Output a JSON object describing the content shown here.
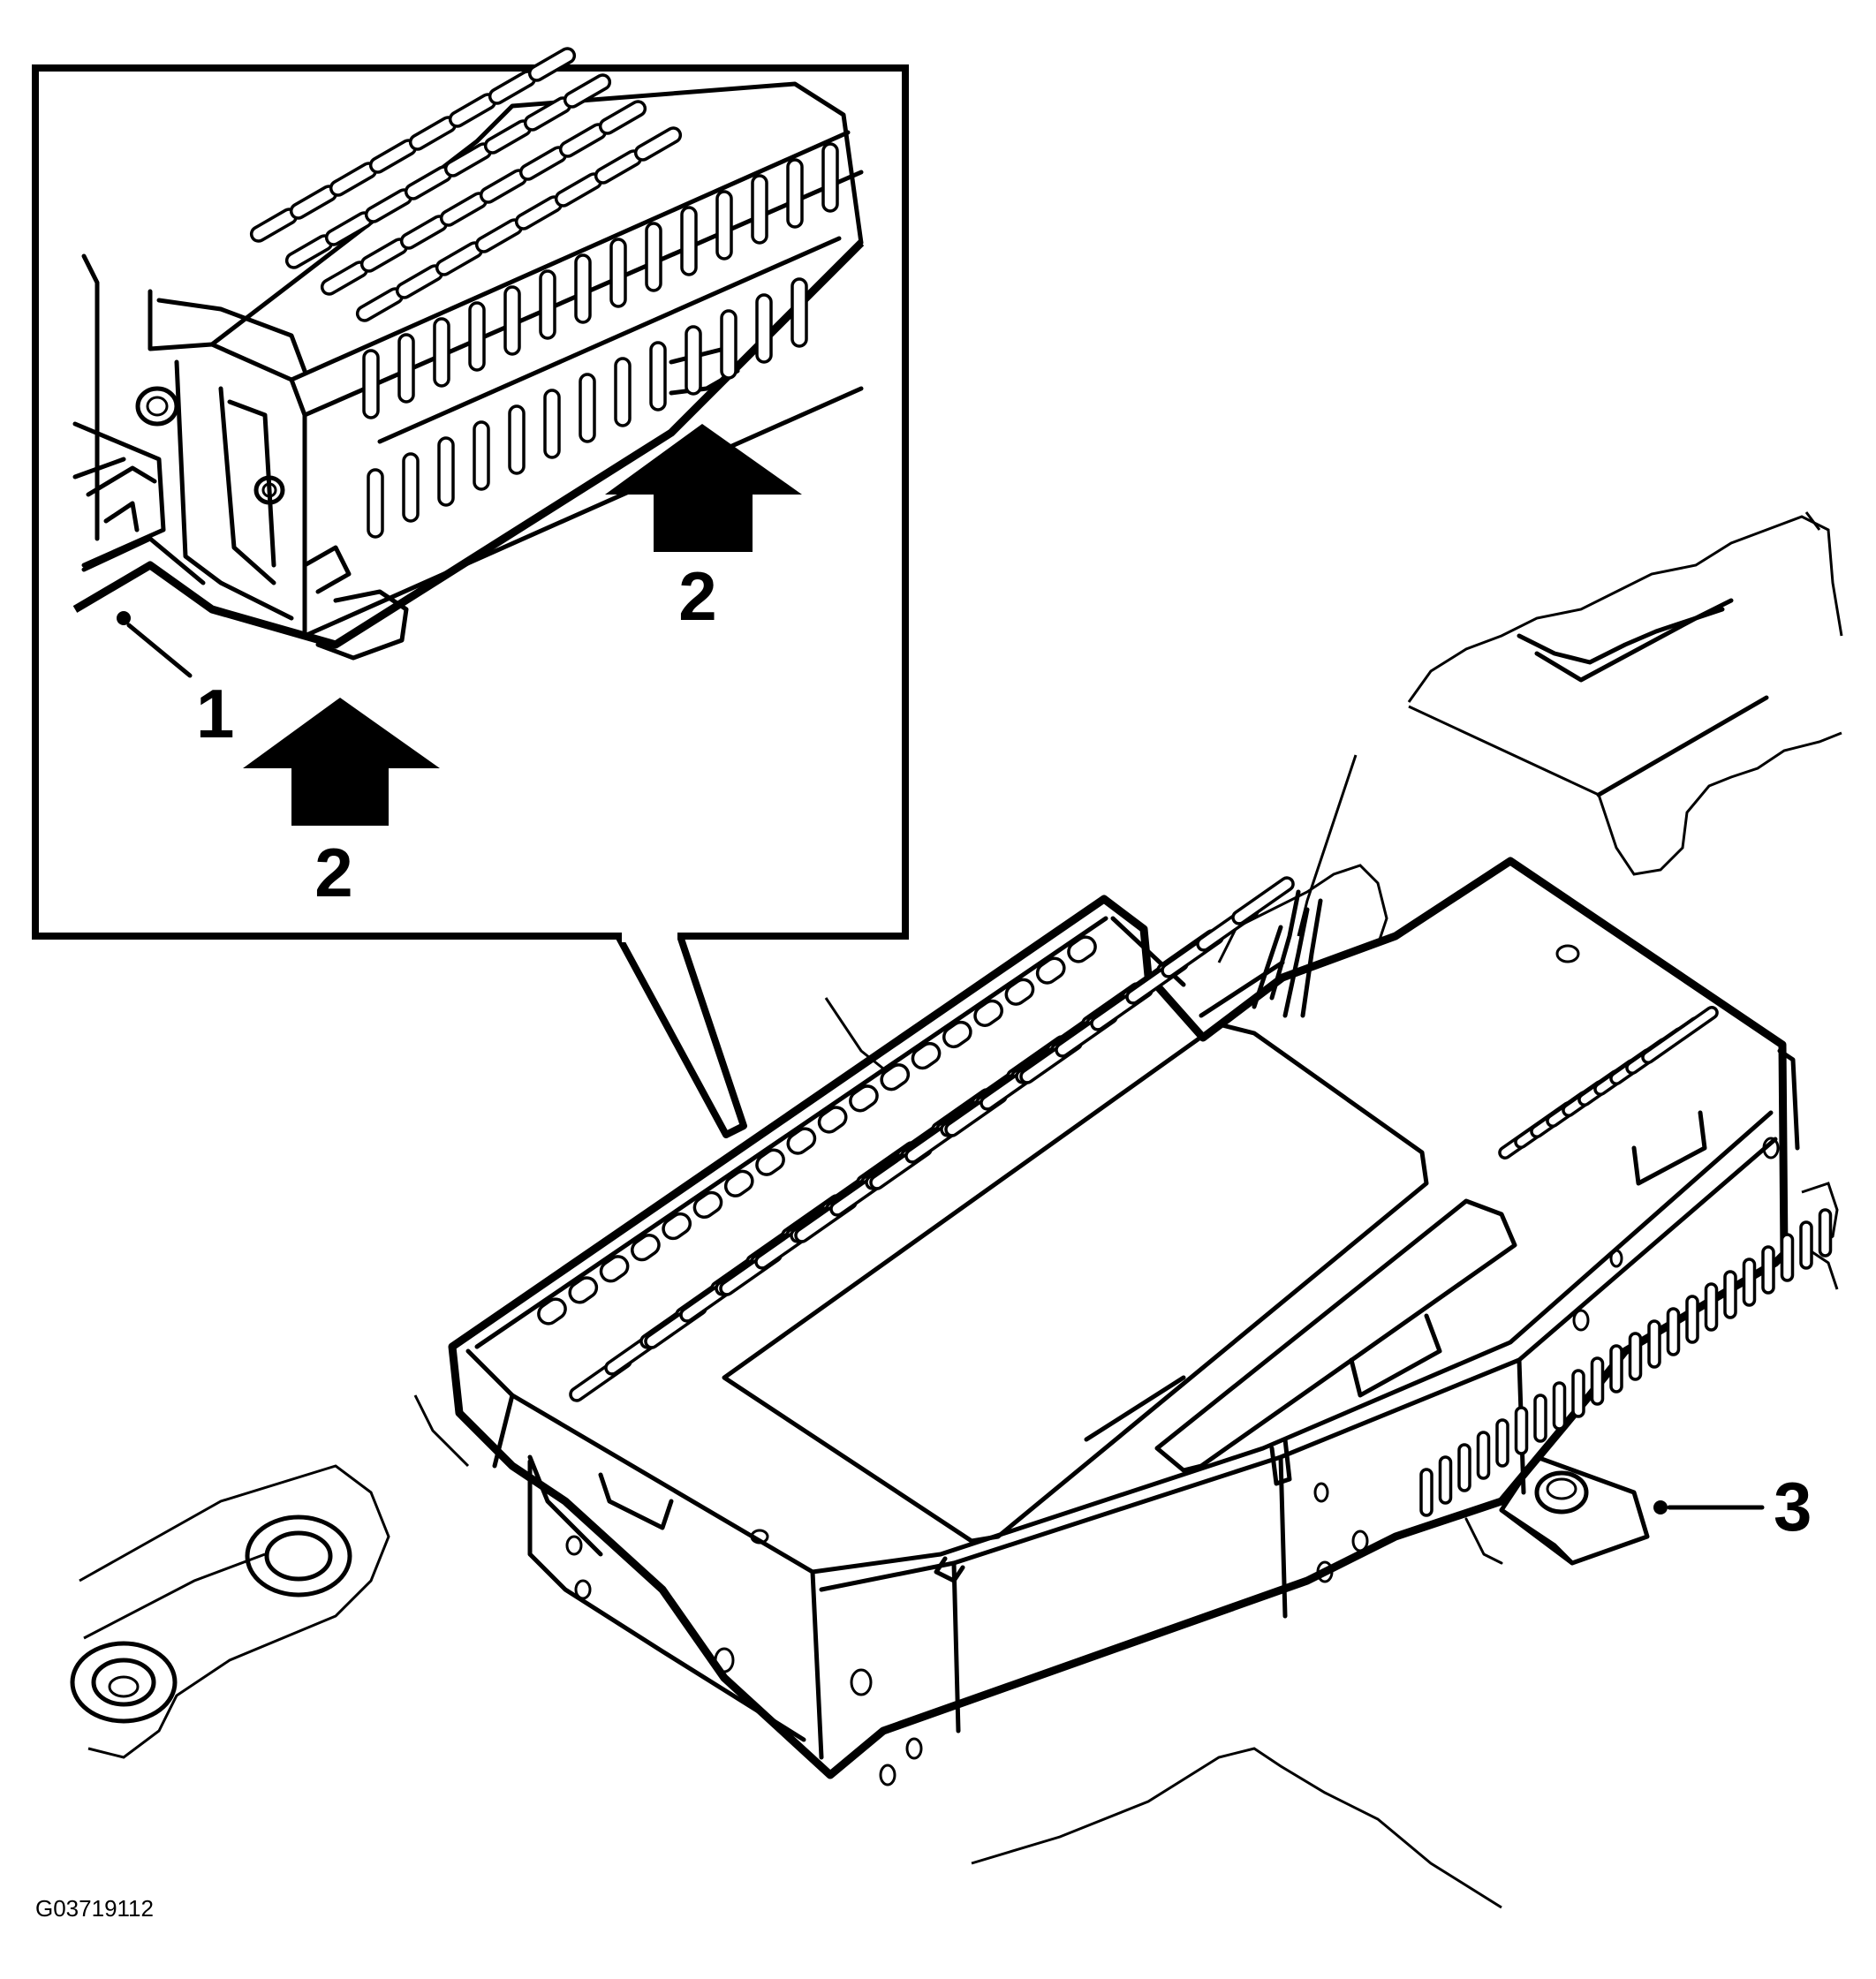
{
  "callouts": {
    "c1": "1",
    "c2a": "2",
    "c2b": "2",
    "c3": "3"
  },
  "figure_id": "G03719112",
  "icons": {
    "arrow": "up-arrow-icon",
    "fastener": "fastener-dot-icon"
  }
}
